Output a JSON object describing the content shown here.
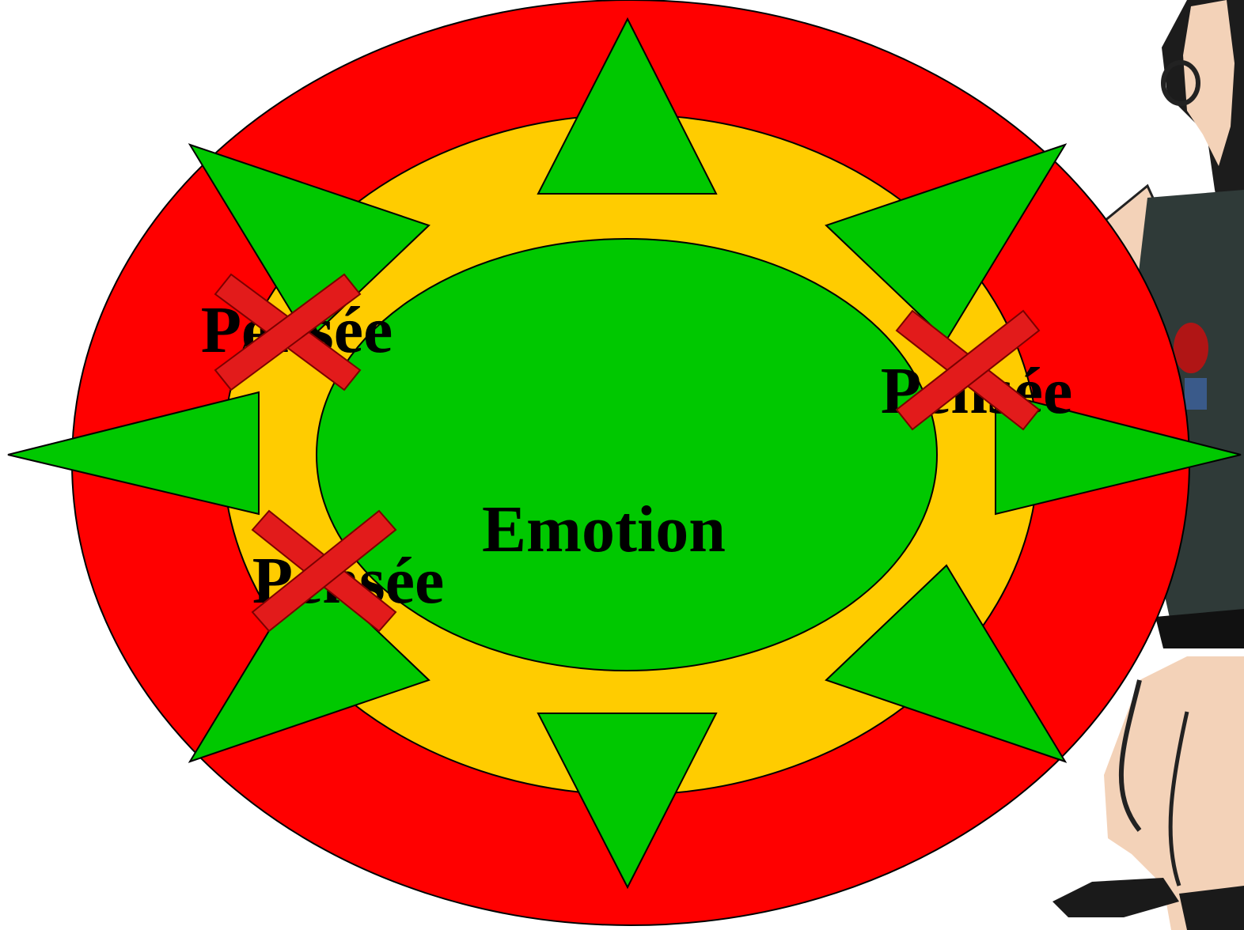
{
  "diagram": {
    "center_label": "Emotion",
    "thought_labels": [
      "Pensée",
      "Pensée",
      "Pensée"
    ],
    "colors": {
      "outer_ring": "#ff0000",
      "middle_ring": "#ffcc00",
      "core": "#00c800",
      "arrows": "#00c800",
      "cross": "#e21b1b",
      "outline": "#000000"
    },
    "arrow_count": 8,
    "crossed_out_count": 3,
    "side_illustration": "woman-figure-illustration"
  }
}
